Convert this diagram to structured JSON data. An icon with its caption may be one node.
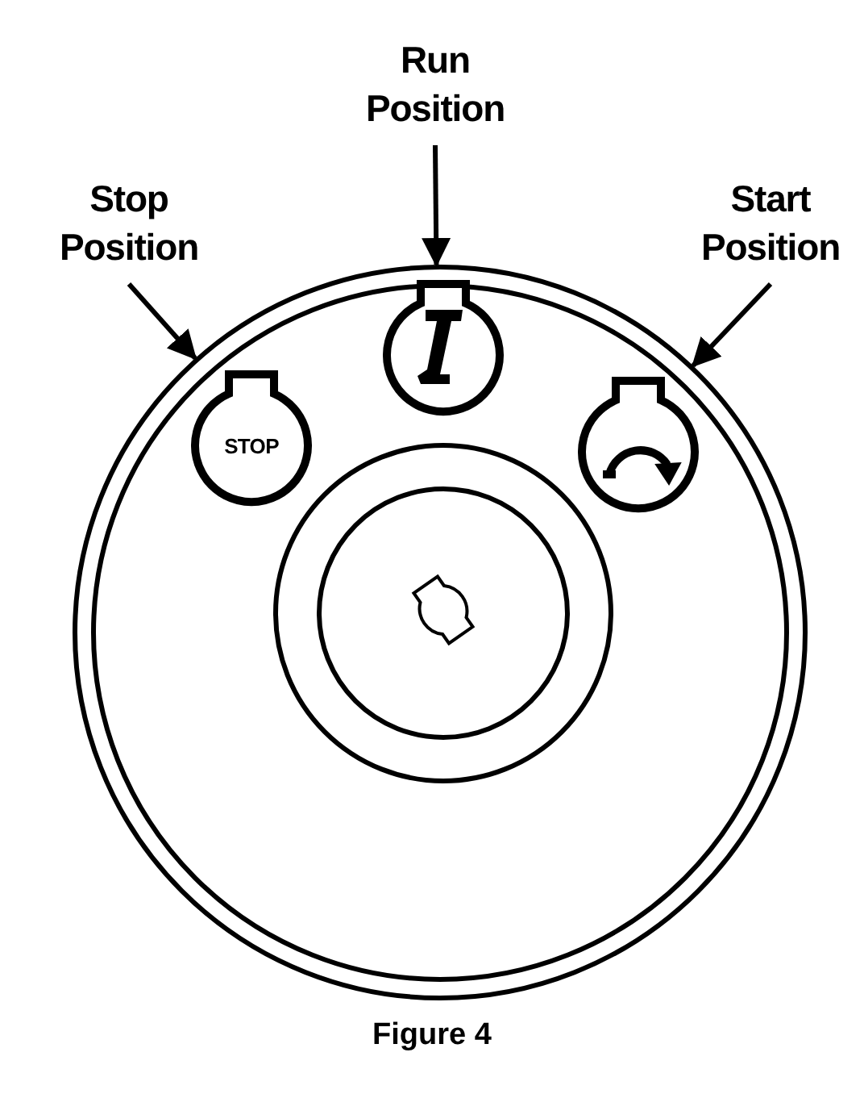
{
  "diagram": {
    "caption": "Figure 4",
    "nodes": [
      {
        "text": [
          "Run Position"
        ]
      },
      {
        "text": [
          "Stop Position"
        ]
      },
      {
        "text": [
          "Start Position"
        ]
      },
      {
        "text": [],
        "shape": "circle"
      },
      {
        "text": [
          "STOP"
        ],
        "in": 3
      },
      {
        "text": [],
        "shape": "picture",
        "in": 3
      },
      {
        "text": [],
        "shape": "picture",
        "in": 3
      }
    ],
    "edges": [
      {
        "from": 0,
        "to": 3,
        "arrow": "to"
      },
      {
        "from": 1,
        "to": 3,
        "arrow": "to"
      },
      {
        "from": 2,
        "to": 3,
        "arrow": "to"
      }
    ]
  }
}
